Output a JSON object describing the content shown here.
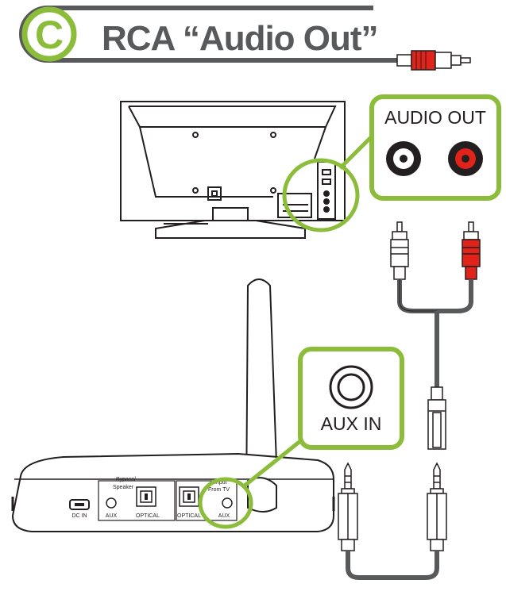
{
  "header": {
    "step_letter": "C",
    "title": "RCA “Audio Out”"
  },
  "tv_callout": {
    "label": "AUDIO OUT"
  },
  "receiver_callout": {
    "label": "AUX IN"
  },
  "receiver": {
    "dc_in_label": "DC IN",
    "bypass_label_line1": "Bypass/",
    "bypass_label_line2": "Speaker",
    "aux_left_label": "AUX",
    "optical_left_label": "OPTICAL",
    "optical_right_label": "OPTICAL",
    "input_label_line1": "Input",
    "input_label_line2": "From TV",
    "aux_right_label": "AUX"
  },
  "colors": {
    "accent_green": "#8bbd3a",
    "dark_gray": "#58595b",
    "outline": "#231f20",
    "rca_red": "#e2231a"
  }
}
